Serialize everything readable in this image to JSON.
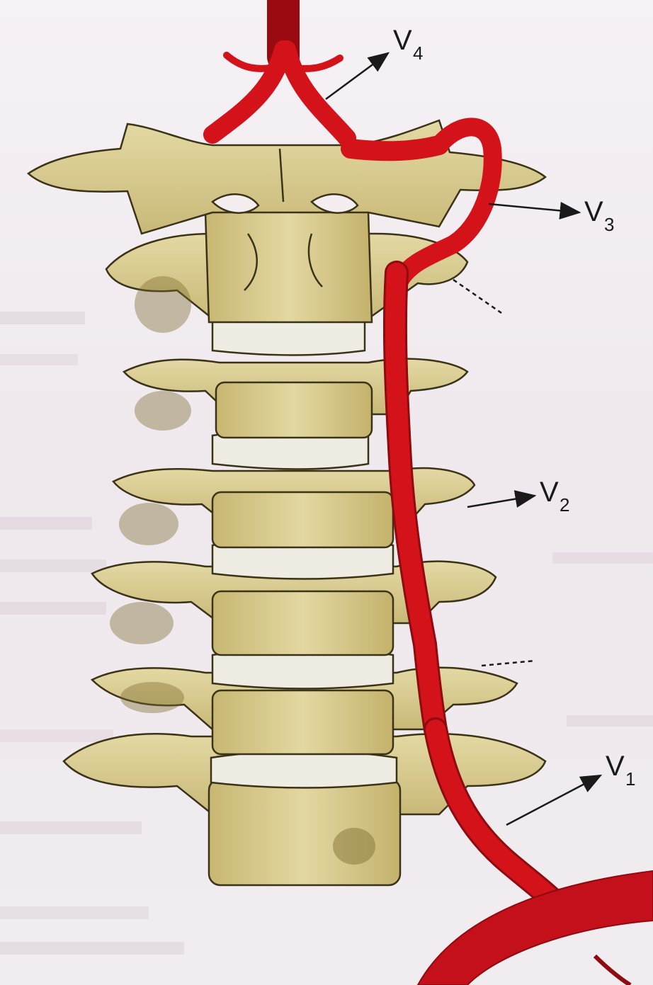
{
  "labels": {
    "v4": {
      "main": "V",
      "sub": "4"
    },
    "v3": {
      "main": "V",
      "sub": "3"
    },
    "v2": {
      "main": "V",
      "sub": "2"
    },
    "v1": {
      "main": "V",
      "sub": "1"
    }
  },
  "colors": {
    "bone": "#d9cc8e",
    "bone_shadow": "#8a7a3a",
    "disc": "#efece4",
    "artery": "#d3121a",
    "artery_dark": "#8e0b10",
    "outline": "#3a3318"
  }
}
